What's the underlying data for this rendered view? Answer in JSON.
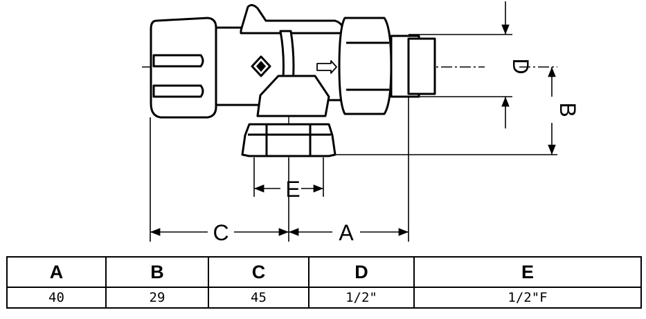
{
  "dimension_labels": {
    "a": "A",
    "b": "B",
    "c": "C",
    "d": "D",
    "e": "E"
  },
  "table": {
    "headers": [
      "A",
      "B",
      "C",
      "D",
      "E"
    ],
    "values": [
      "40",
      "29",
      "45",
      "1/2\"",
      "1/2\"F"
    ]
  }
}
